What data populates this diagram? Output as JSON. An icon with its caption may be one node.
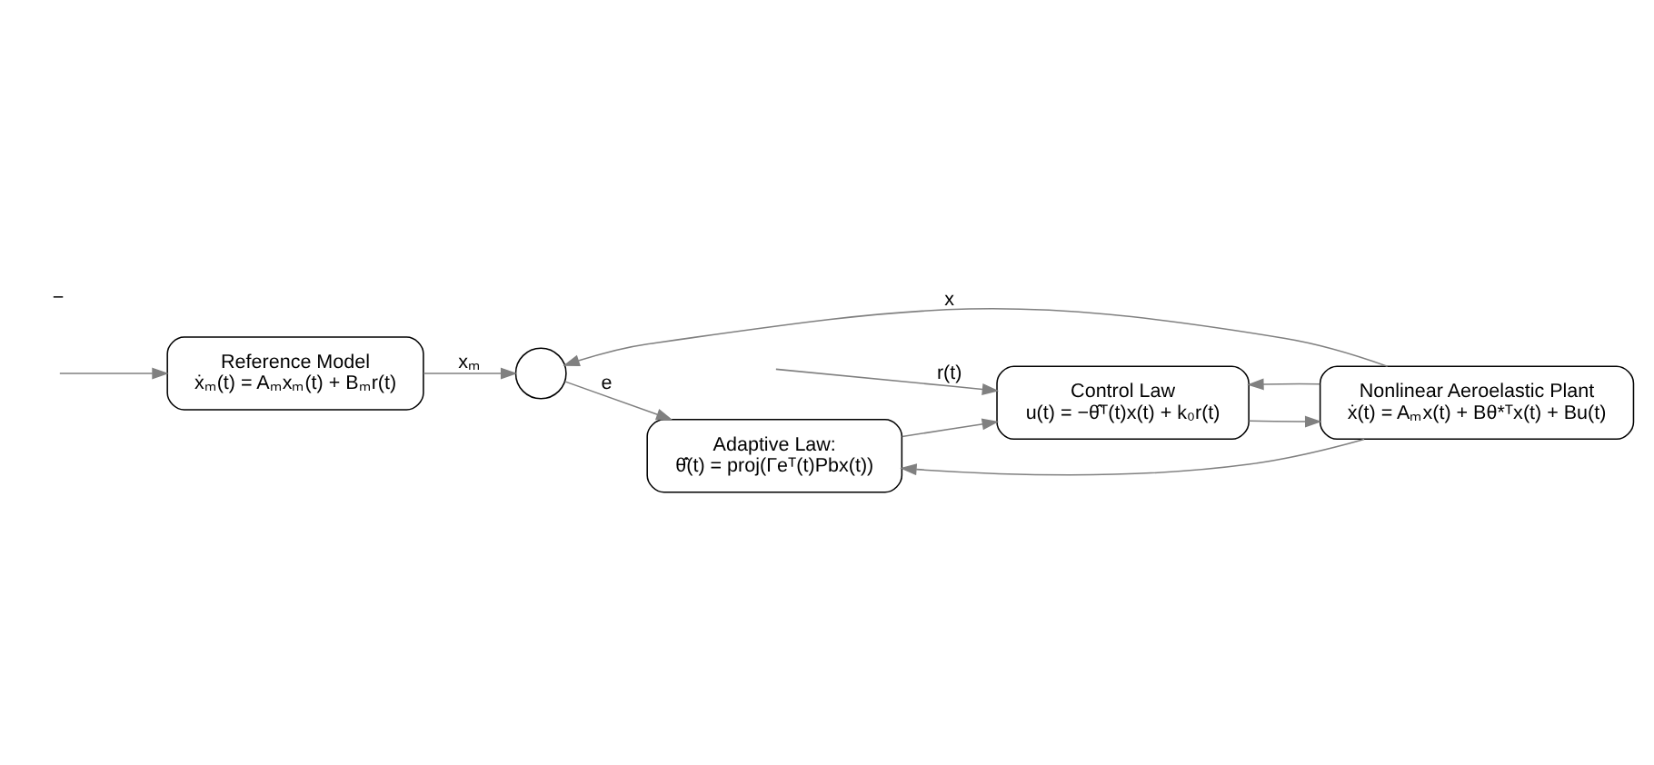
{
  "diagram": {
    "nodes": [
      {
        "text": [
          "Reference Model",
          "ẋₘ(t) = Aₘxₘ(t) + Bₘr(t)"
        ]
      },
      {
        "text": [
          "Control Law",
          "u(t) = −θ̂ᵀ(t)x(t) + k₀r(t)"
        ]
      },
      {
        "text": [
          "Nonlinear Aeroelastic Plant",
          "ẋ(t) = Aₘx(t) + Bθ*ᵀx(t) + Bu(t)"
        ]
      },
      {
        "text": [],
        "shape": "circle"
      },
      {
        "text": [
          "Adaptive Law:",
          "θ̂̇(t) = proj(Γeᵀ(t)Pbx(t))"
        ]
      }
    ],
    "edges": [
      {
        "from": null,
        "to": 0,
        "arrow": "to"
      },
      {
        "from": null,
        "to": 1,
        "arrow": "to",
        "label": "r(t)"
      },
      {
        "from": 1,
        "to": 2,
        "arrow": "to"
      },
      {
        "from": 0,
        "to": 3,
        "arrow": "to",
        "label": "xₘ"
      },
      {
        "from": 2,
        "to": 3,
        "arrow": "to",
        "label": "x"
      },
      {
        "from": 2,
        "to": 1,
        "arrow": "to"
      },
      {
        "from": 2,
        "to": 4,
        "arrow": "to"
      },
      {
        "from": 3,
        "to": 4,
        "arrow": "to",
        "label": "e"
      },
      {
        "from": 4,
        "to": 1,
        "arrow": "to"
      }
    ],
    "labels": [
      "−"
    ]
  }
}
